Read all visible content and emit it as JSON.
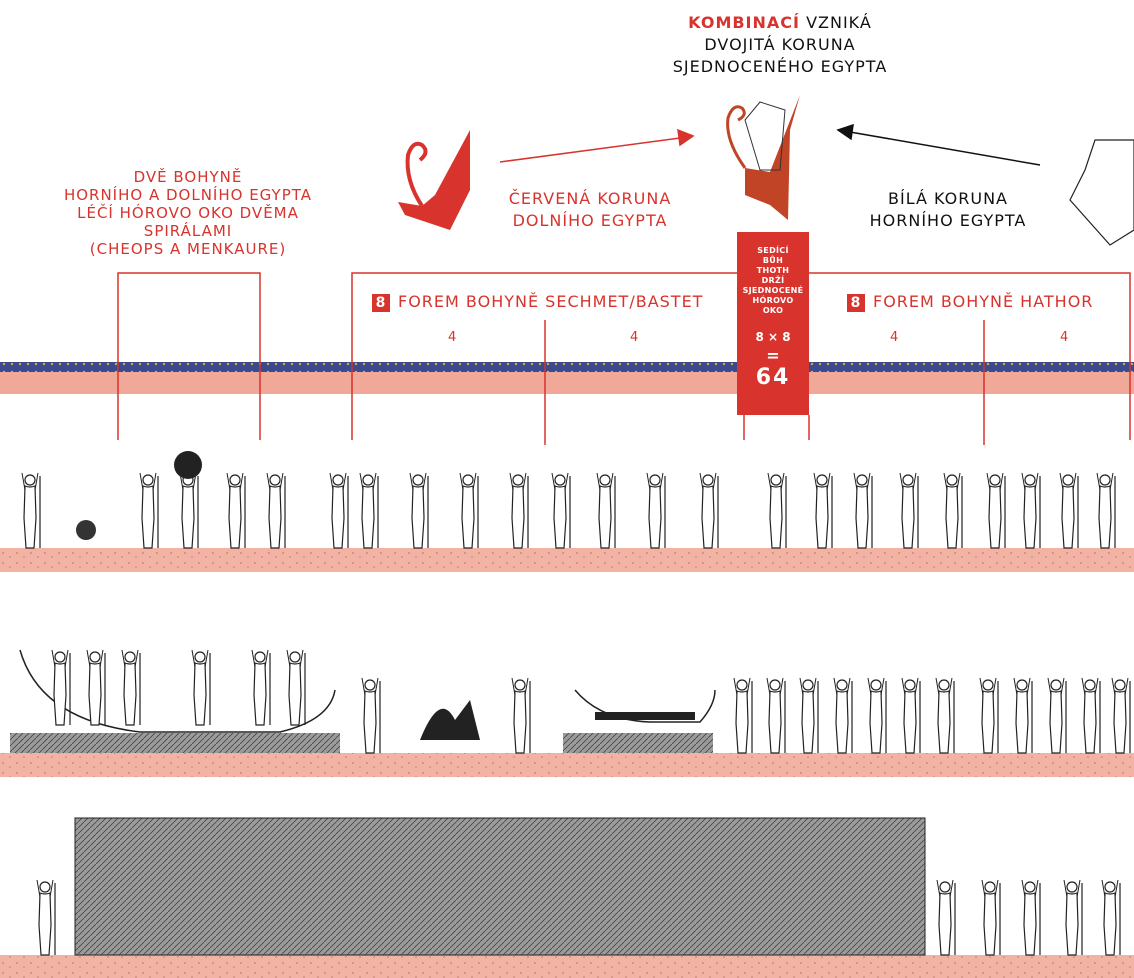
{
  "header": {
    "combination_word": "KOMBINACÍ",
    "combination_rest": "VZNIKÁ",
    "line2": "DVOJITÁ KORUNA",
    "line3": "SJEDNOCENÉHO EGYPTA"
  },
  "left_label": {
    "line1": "DVĚ BOHYNĚ",
    "line2": "HORNÍHO A DOLNÍHO EGYPTA",
    "line3": "LÉČÍ HÓROVO OKO DVĚMA",
    "line4": "SPIRÁLAMI",
    "line5": "(CHEOPS A MENKAURE)"
  },
  "red_crown_label": {
    "line1": "ČERVENÁ KORUNA",
    "line2": "DOLNÍHO EGYPTA"
  },
  "white_crown_label": {
    "line1": "BÍLÁ KORUNA",
    "line2": "HORNÍHO EGYPTA"
  },
  "sekhmet_group": {
    "number": "8",
    "title": "FOREM BOHYNĚ SECHMET/BASTET",
    "left_count": "4",
    "right_count": "4"
  },
  "hathor_group": {
    "number": "8",
    "title": "FOREM BOHYNĚ HATHOR",
    "left_count": "4",
    "right_count": "4"
  },
  "thoth_box": {
    "line1": "SEDÍCÍ",
    "line2": "BŮH",
    "line3": "THOTH",
    "line4": "DRŽÍ",
    "line5": "SJEDNOCENÉ",
    "line6": "HÓROVO",
    "line7": "OKO",
    "equation": "8 × 8",
    "equals": "=",
    "result": "64"
  },
  "colors": {
    "accent": "#d8332c",
    "frieze_blue": "#3a4a8c",
    "frieze_pink": "#f0a898",
    "ground_pink": "#f3b3a4",
    "stone_dark": "#555555"
  },
  "icons": [
    "red-crown-icon",
    "white-crown-icon",
    "double-crown-icon",
    "deity-figure-icon",
    "scarab-icon",
    "sun-disc-icon",
    "boat-icon",
    "ba-bird-icon"
  ]
}
